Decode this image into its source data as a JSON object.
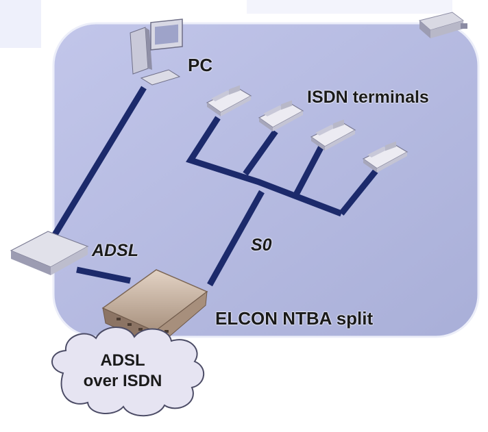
{
  "labels": {
    "pc": "PC",
    "isdn_terminals": "ISDN terminals",
    "adsl": "ADSL",
    "s0": "S0",
    "ntba": "ELCON NTBA split",
    "cloud_line1": "ADSL",
    "cloud_line2": "over ISDN"
  },
  "colors": {
    "region_fill": "#b9bee3",
    "region_stroke": "#e8eaf6",
    "line": "#1c2a6b",
    "device_fill": "#c9c6d6",
    "ntba_fill": "#cdb8a6",
    "cloud_fill": "#e6e4f2"
  }
}
